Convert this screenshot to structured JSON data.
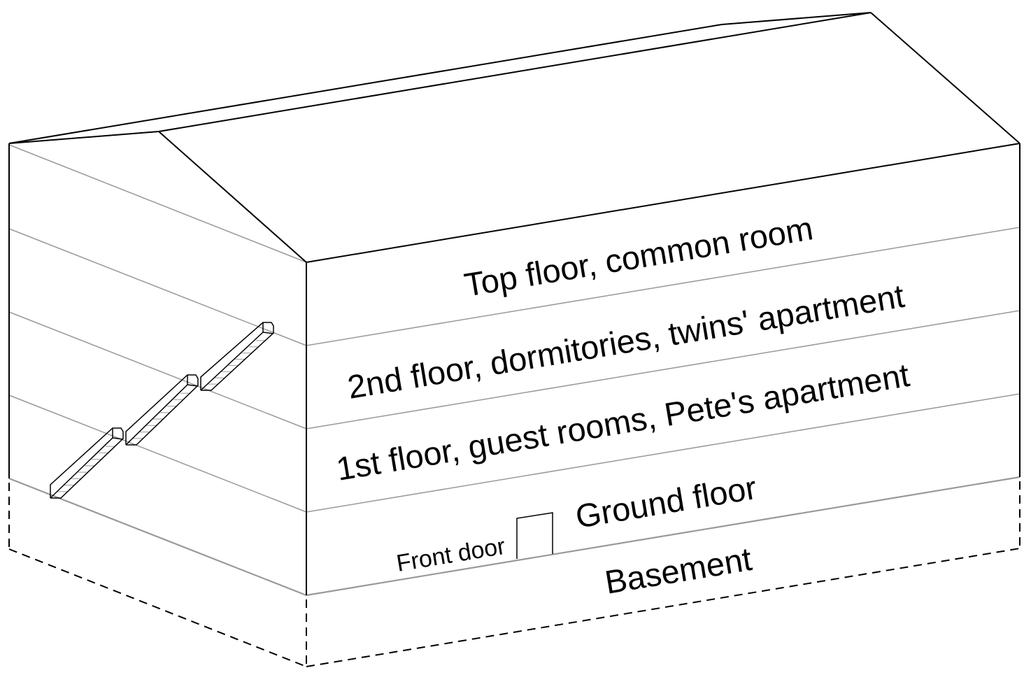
{
  "diagram": {
    "type": "isometric building cross-section",
    "colors": {
      "outline": "#000000",
      "floor_lines": "#999999",
      "background": "#ffffff"
    },
    "floors": [
      {
        "id": "top",
        "label": "Top floor, common room"
      },
      {
        "id": "second",
        "label": "2nd floor, dormitories, twins' apartment"
      },
      {
        "id": "first",
        "label": "1st floor, guest rooms, Pete's apartment"
      },
      {
        "id": "ground",
        "label": "Ground floor"
      },
      {
        "id": "basement",
        "label": "Basement"
      }
    ],
    "annotations": {
      "front_door": "Front door"
    },
    "staircase_flights": 3
  }
}
